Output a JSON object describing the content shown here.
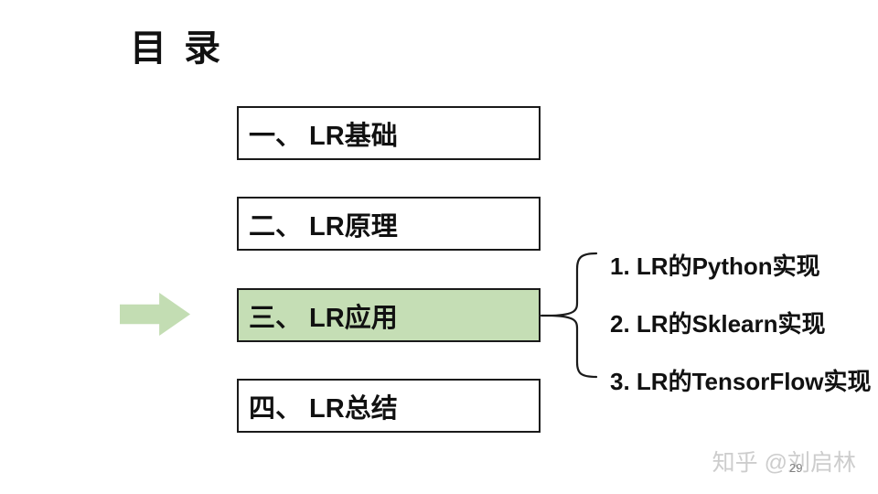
{
  "page": {
    "title": "目 录",
    "page_number": "29",
    "watermark": "知乎 @刘启林"
  },
  "toc": {
    "items": [
      {
        "label": "一、 LR基础",
        "highlighted": false
      },
      {
        "label": "二、 LR原理",
        "highlighted": false
      },
      {
        "label": "三、 LR应用",
        "highlighted": true
      },
      {
        "label": "四、 LR总结",
        "highlighted": false
      }
    ]
  },
  "subitems": [
    {
      "label": "1. LR的Python实现"
    },
    {
      "label": "2. LR的Sklearn实现"
    },
    {
      "label": "3. LR的TensorFlow实现"
    }
  ],
  "colors": {
    "highlight_green": "#c5deb5",
    "arrow_green": "#c3ddb3",
    "border_black": "#1a1a1a",
    "watermark_gray": "#cdcdcd",
    "page_number_gray": "#808080"
  }
}
